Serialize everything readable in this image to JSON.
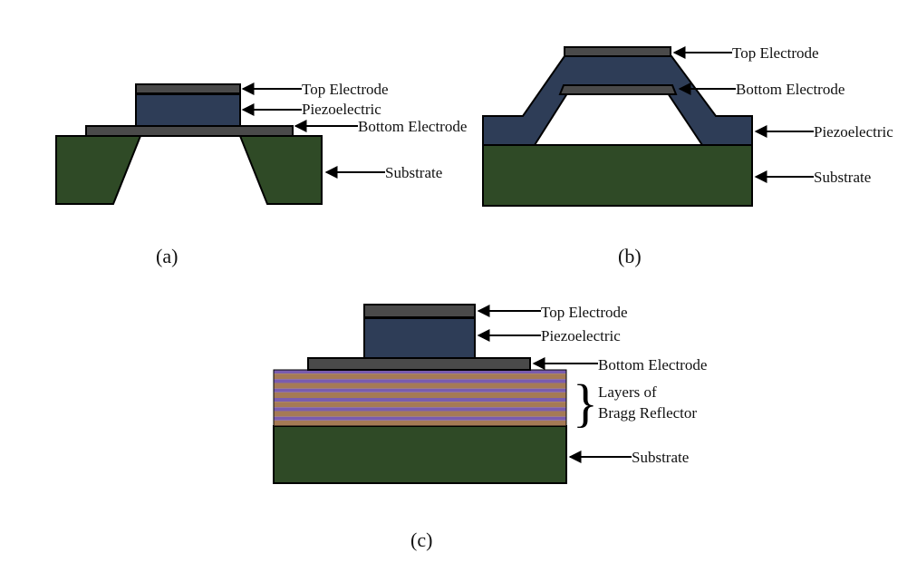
{
  "colors": {
    "substrate": "#2f4a26",
    "piezoelectric": "#2e3d57",
    "electrode": "#4a4a4a",
    "bragg_purple": "#7a5cae",
    "bragg_tan": "#a57a55",
    "outline": "#000000"
  },
  "panel_a": {
    "caption": "(a)",
    "labels": {
      "top_electrode": "Top Electrode",
      "piezoelectric": "Piezoelectric",
      "bottom_electrode": "Bottom Electrode",
      "substrate": "Substrate"
    }
  },
  "panel_b": {
    "caption": "(b)",
    "labels": {
      "top_electrode": "Top Electrode",
      "bottom_electrode": "Bottom Electrode",
      "piezoelectric": "Piezoelectric",
      "substrate": "Substrate"
    }
  },
  "panel_c": {
    "caption": "(c)",
    "labels": {
      "top_electrode": "Top Electrode",
      "piezoelectric": "Piezoelectric",
      "bottom_electrode": "Bottom Electrode",
      "bragg_line1": "Layers of",
      "bragg_line2": "Bragg Reflector",
      "substrate": "Substrate"
    },
    "bragg_layer_count": 6
  }
}
